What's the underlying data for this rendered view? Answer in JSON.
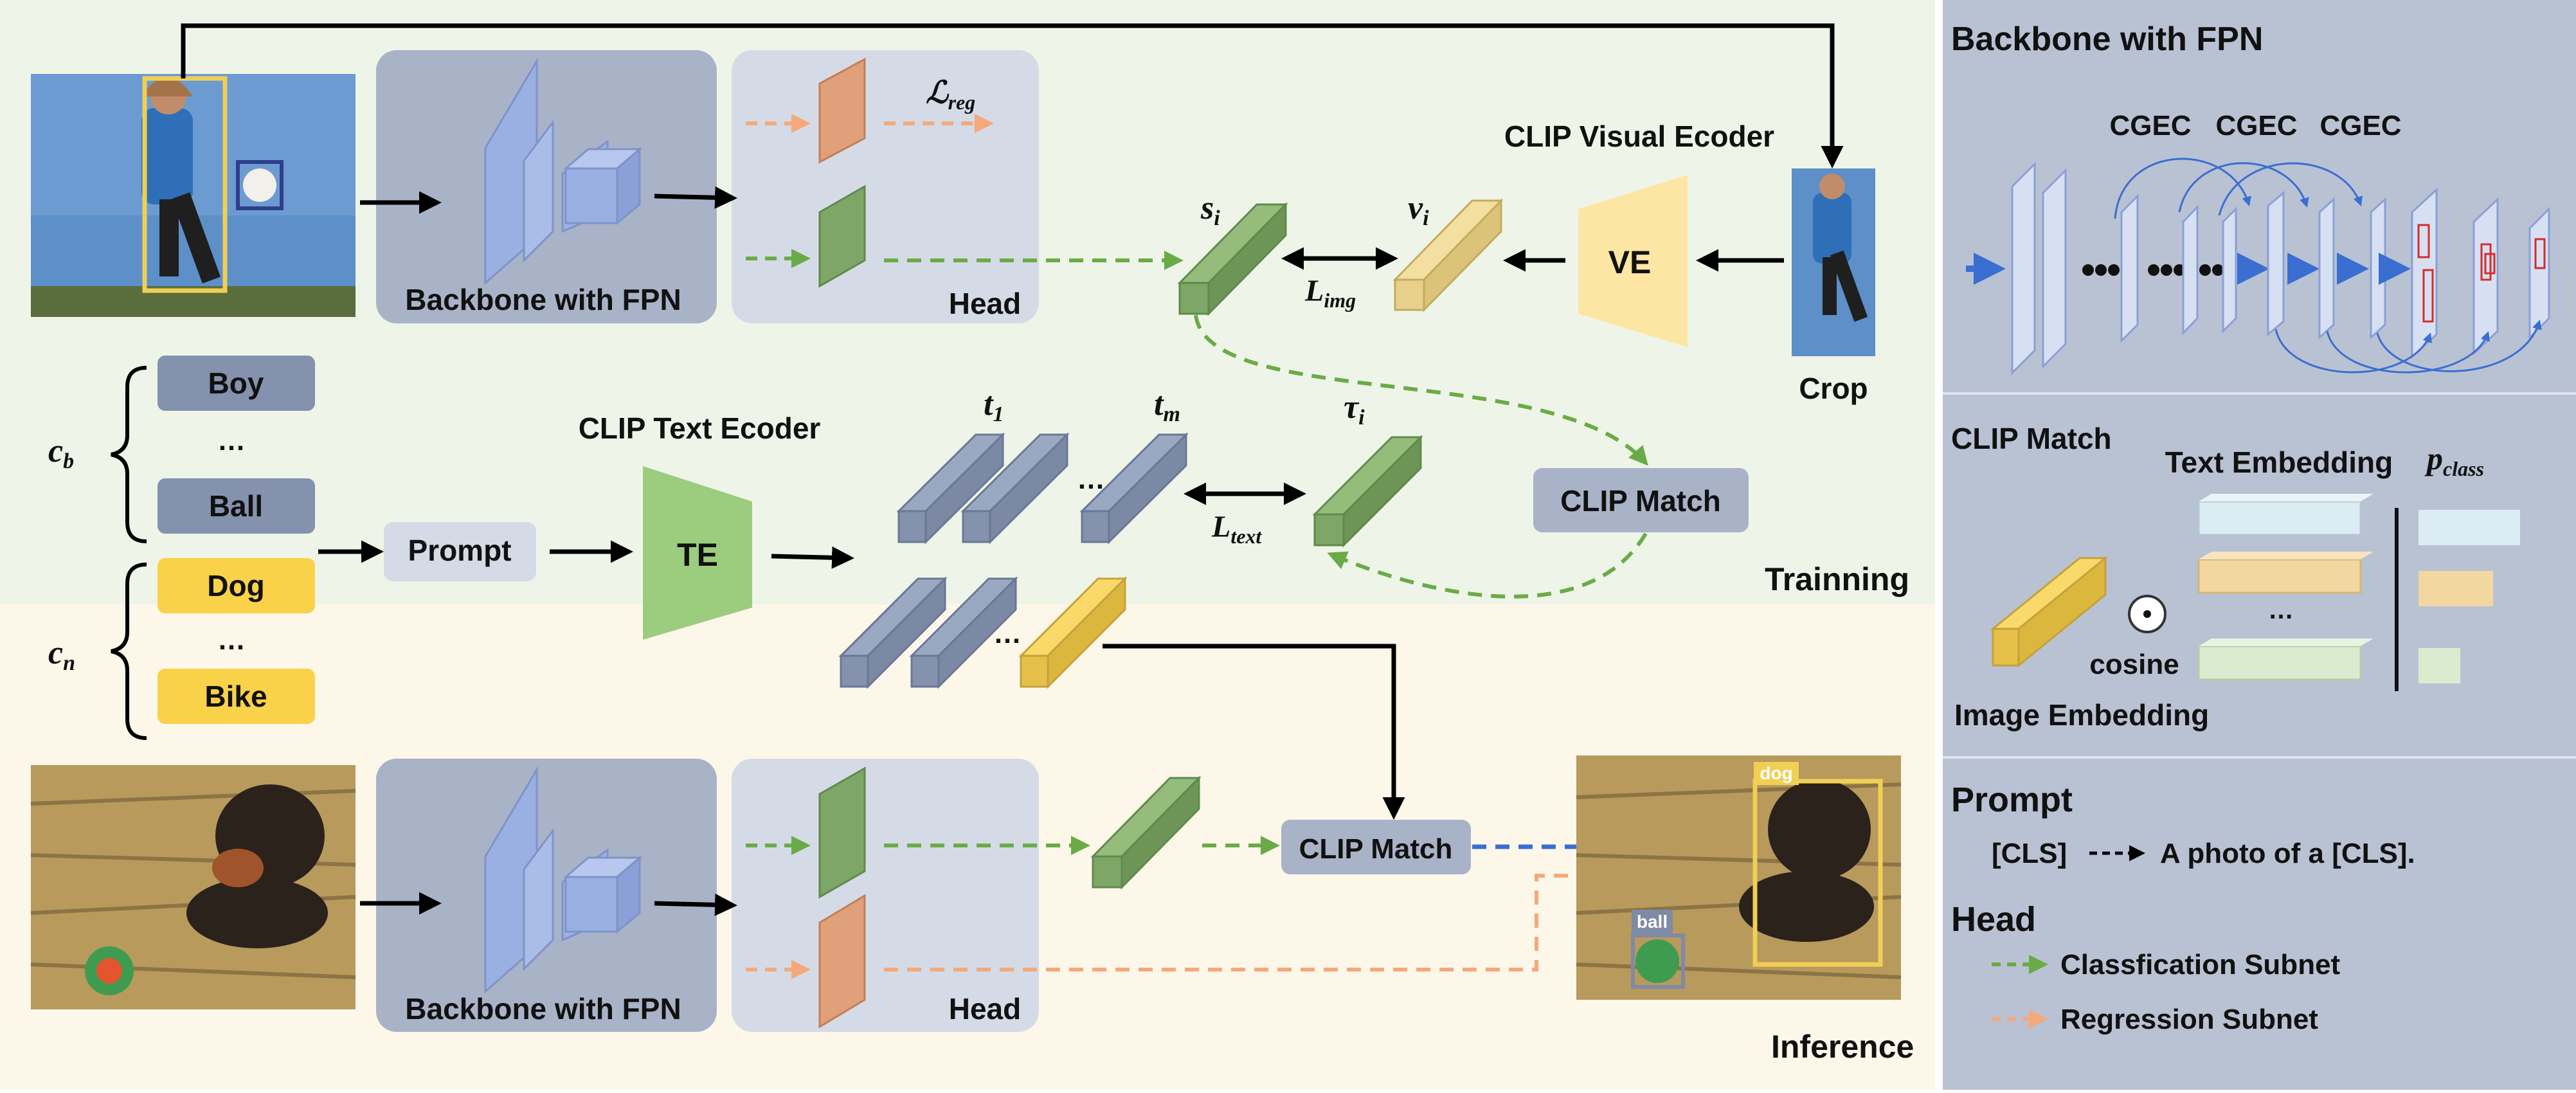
{
  "sections": {
    "training_label": "Trainning",
    "inference_label": "Inference"
  },
  "training": {
    "backbone_label": "Backbone with FPN",
    "head_label": "Head",
    "l_reg": {
      "main": "ℒ",
      "sub": "reg"
    },
    "s_i": {
      "main": "s",
      "sub": "i"
    },
    "v_i": {
      "main": "v",
      "sub": "i"
    },
    "l_img": {
      "main": "L",
      "sub": "img"
    },
    "clip_visual_encoder": "CLIP Visual Ecoder",
    "ve_label": "VE",
    "crop_label": "Crop",
    "clip_text_encoder": "CLIP Text Ecoder",
    "te_label": "TE",
    "t_1": {
      "main": "t",
      "sub": "1"
    },
    "t_m": {
      "main": "t",
      "sub": "m"
    },
    "tau_i": {
      "main": "τ",
      "sub": "i"
    },
    "l_text": {
      "main": "L",
      "sub": "text"
    },
    "ellipsis": "…",
    "clip_match": "CLIP Match",
    "prompt_label": "Prompt",
    "c_b": {
      "main": "c",
      "sub": "b"
    },
    "c_n": {
      "main": "c",
      "sub": "n"
    },
    "base_classes": [
      "Boy",
      "…",
      "Ball"
    ],
    "novel_classes": [
      "Dog",
      "…",
      "Bike"
    ]
  },
  "inference": {
    "backbone_label": "Backbone with FPN",
    "head_label": "Head",
    "clip_match": "CLIP Match",
    "det_labels": [
      "dog",
      "ball"
    ]
  },
  "legend": {
    "backbone_title": "Backbone with FPN",
    "cgec_labels": [
      "CGEC",
      "CGEC",
      "CGEC"
    ],
    "clip_match_title": "CLIP Match",
    "text_embedding": "Text Embedding",
    "p_class": {
      "main": "p",
      "sub": "class"
    },
    "cosine": "cosine",
    "image_embedding": "Image Embedding",
    "ellipsis": "…",
    "prompt_title": "Prompt",
    "prompt_left": "[CLS]",
    "prompt_right": "A photo of a [CLS].",
    "head_title": "Head",
    "cls_subnet": "Classfication Subnet",
    "reg_subnet": "Regression Subnet"
  },
  "colors": {
    "training_bg": "#eef5e8",
    "inference_bg": "#fdf7ea",
    "legend_bg": "#b9c2d3",
    "panel_grey": "#a9b3c8",
    "head_grey": "#d5dbe6",
    "green": "#7ea666",
    "orange": "#e0a07a",
    "yellow": "#f5d35e",
    "blue_slab": "#9aa6c0",
    "fpn_blue": "#9bb0e2",
    "arrow_green": "#6aab47",
    "arrow_orange": "#f4a97a",
    "arrow_blue": "#3a6fd1"
  }
}
